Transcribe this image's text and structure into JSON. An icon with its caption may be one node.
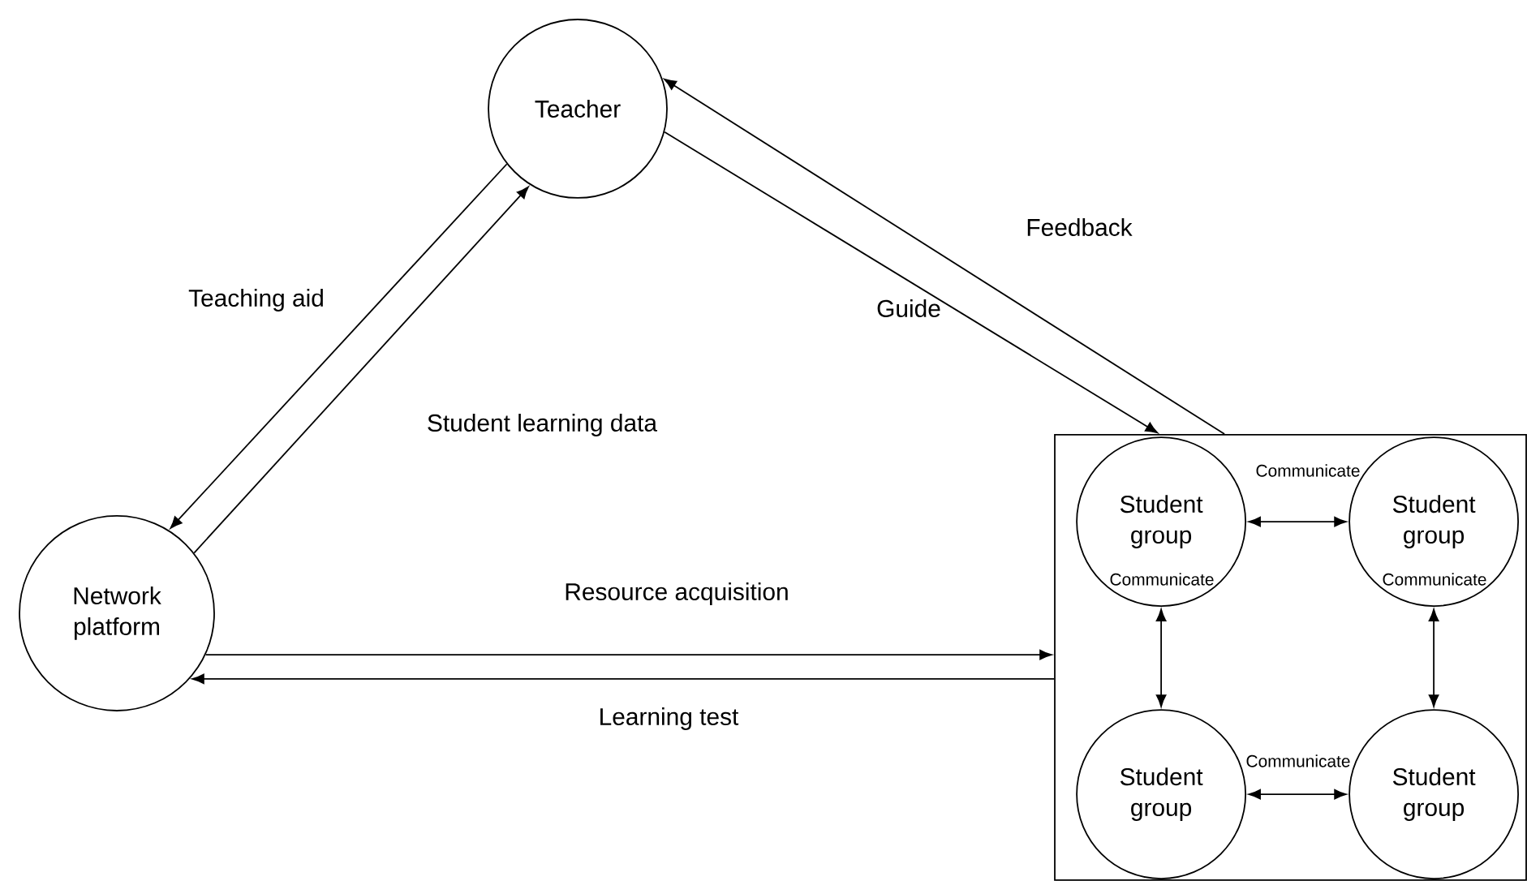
{
  "diagram": {
    "nodes": [
      {
        "text": [
          "Teacher"
        ]
      },
      {
        "text": [
          "Network platform"
        ]
      },
      {
        "text": [],
        "shape": "box"
      },
      {
        "text": [
          "Student group"
        ],
        "in": 2
      },
      {
        "text": [
          "Student group"
        ],
        "in": 2
      },
      {
        "text": [
          "Student group"
        ],
        "in": 2
      },
      {
        "text": [
          "Student group"
        ],
        "in": 2
      }
    ],
    "edges": [
      {
        "from": 0,
        "to": 1,
        "arrow": "to",
        "label": "Teaching aid"
      },
      {
        "from": 1,
        "to": 0,
        "arrow": "to",
        "label": "Student learning data"
      },
      {
        "from": 0,
        "to": 2,
        "arrow": "to",
        "label": "Guide"
      },
      {
        "from": 2,
        "to": 0,
        "arrow": "to",
        "label": "Feedback"
      },
      {
        "from": 1,
        "to": 2,
        "arrow": "to",
        "label": "Resource acquisition"
      },
      {
        "from": 2,
        "to": 1,
        "arrow": "to",
        "label": "Learning test"
      },
      {
        "from": 3,
        "to": 4,
        "arrow": "both",
        "label": "Communicate"
      },
      {
        "from": 3,
        "to": 5,
        "arrow": "both",
        "label": "Communicate"
      },
      {
        "from": 4,
        "to": 6,
        "arrow": "both",
        "label": "Communicate"
      },
      {
        "from": 5,
        "to": 6,
        "arrow": "both",
        "label": "Communicate"
      }
    ]
  }
}
